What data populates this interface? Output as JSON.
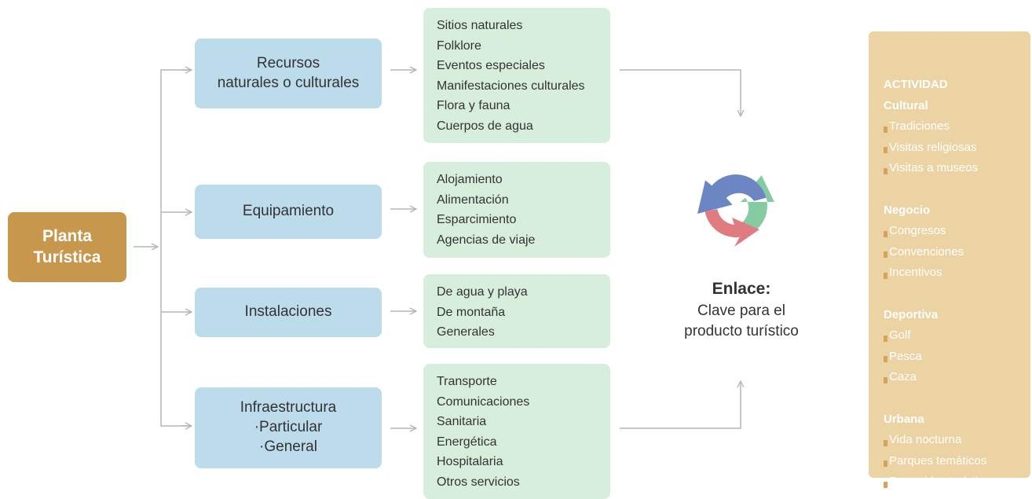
{
  "root": {
    "line1": "Planta",
    "line2": "Turística"
  },
  "categories": [
    {
      "lines": [
        "Recursos",
        "naturales o culturales"
      ]
    },
    {
      "lines": [
        "Equipamiento"
      ]
    },
    {
      "lines": [
        "Instalaciones"
      ]
    },
    {
      "lines": [
        "Infraestructura",
        "·Particular",
        "·General"
      ]
    }
  ],
  "lists": [
    {
      "items": [
        "Sitios naturales",
        "Folklore",
        "Eventos especiales",
        "Manifestaciones culturales",
        "Flora y fauna",
        "Cuerpos de agua"
      ]
    },
    {
      "items": [
        "Alojamiento",
        "Alimentación",
        "Esparcimiento",
        "Agencias de viaje"
      ]
    },
    {
      "items": [
        "De agua y playa",
        "De montaña",
        "Generales"
      ]
    },
    {
      "items": [
        "Transporte",
        "Comunicaciones",
        "Sanitaria",
        "Energética",
        "Hospitalaria",
        "Otros servicios"
      ]
    }
  ],
  "enlace": {
    "title": "Enlace:",
    "line1": "Clave para el",
    "line2": "producto turístico"
  },
  "activity": {
    "title": "ACTIVIDAD",
    "groups": [
      {
        "name": "Cultural",
        "items": [
          "Tradiciones",
          "Visitas religiosas",
          "Visitas a museos"
        ]
      },
      {
        "name": "Negocio",
        "items": [
          "Congresos",
          "Convenciones",
          "Incentivos"
        ]
      },
      {
        "name": "Deportiva",
        "items": [
          "Golf",
          "Pesca",
          "Caza"
        ]
      },
      {
        "name": "Urbana",
        "items": [
          "Vida nocturna",
          "Parques temáticos",
          "Recorridos turísticos"
        ]
      }
    ]
  },
  "colors": {
    "root": "#c8974e",
    "category": "#bcdcec",
    "list": "#d8eedd",
    "activity": "#ecd3a4",
    "arrow_blue": "#6b86c2",
    "arrow_green": "#84cba1",
    "arrow_red": "#e07b80",
    "connector": "#b5b5b5"
  }
}
